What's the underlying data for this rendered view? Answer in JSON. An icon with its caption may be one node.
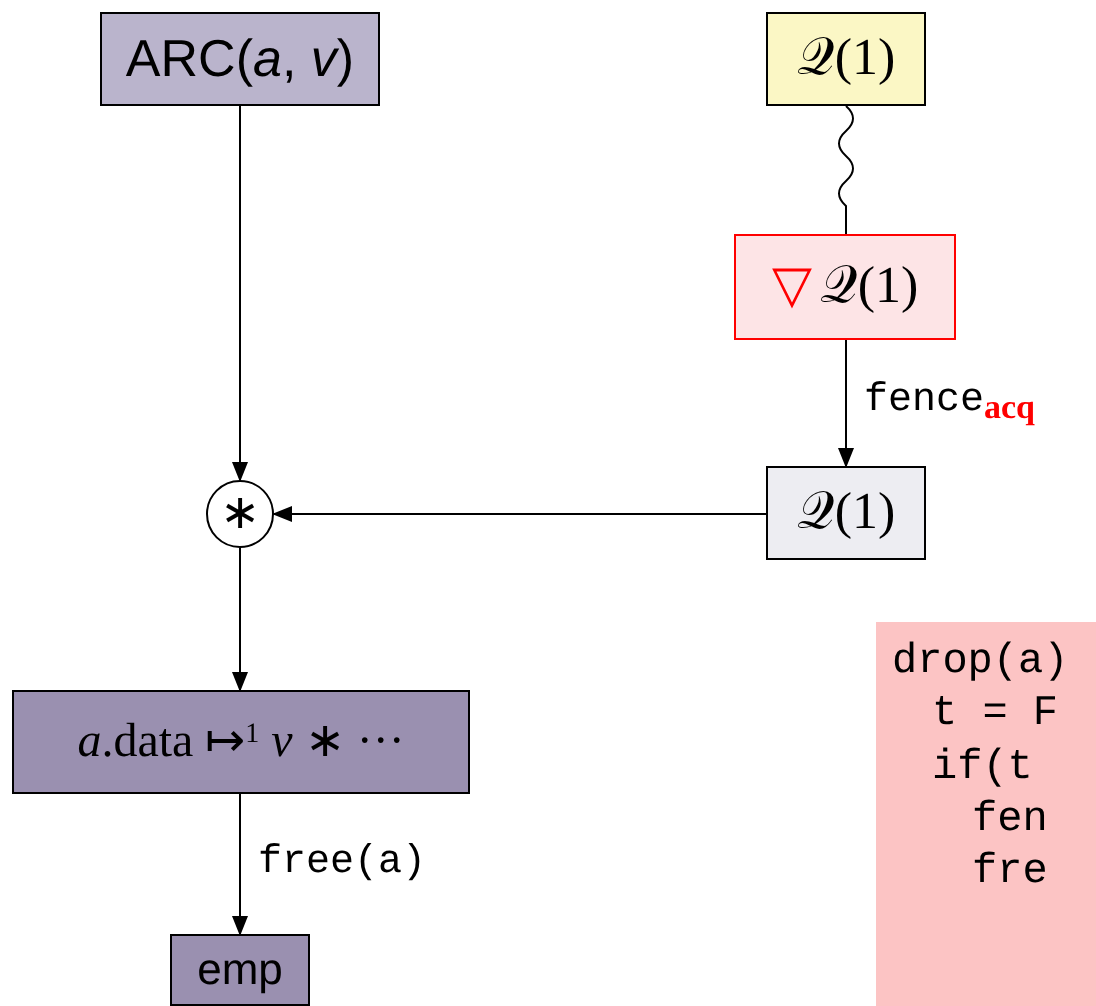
{
  "diagram": {
    "nodes": [
      {
        "text": [
          "ARC(*a*, *v*)"
        ]
      },
      {
        "text": [
          "𝒬(1)"
        ]
      },
      {
        "text": [
          "▽",
          "𝒬(1)"
        ]
      },
      {
        "text": [
          "𝒬(1)"
        ]
      },
      {
        "text": [
          "∗"
        ]
      },
      {
        "text": [
          "*a*.data ↦$^{1}$ *v* ∗ ···"
        ]
      },
      {
        "text": [
          "emp"
        ]
      },
      {
        "text": [
          "drop(a)",
          "t = F",
          "if(t",
          "fen",
          "fre"
        ]
      }
    ],
    "edges": [
      {
        "from": 0,
        "to": 4,
        "arrow": "to"
      },
      {
        "from": 1,
        "to": 2,
        "arrow": "none"
      },
      {
        "from": 2,
        "to": 3,
        "arrow": "to",
        "label": "fence$_{acq}$"
      },
      {
        "from": 3,
        "to": 4,
        "arrow": "to"
      },
      {
        "from": 4,
        "to": 5,
        "arrow": "to"
      },
      {
        "from": 5,
        "to": 6,
        "arrow": "to",
        "label": "free(a)"
      }
    ]
  }
}
